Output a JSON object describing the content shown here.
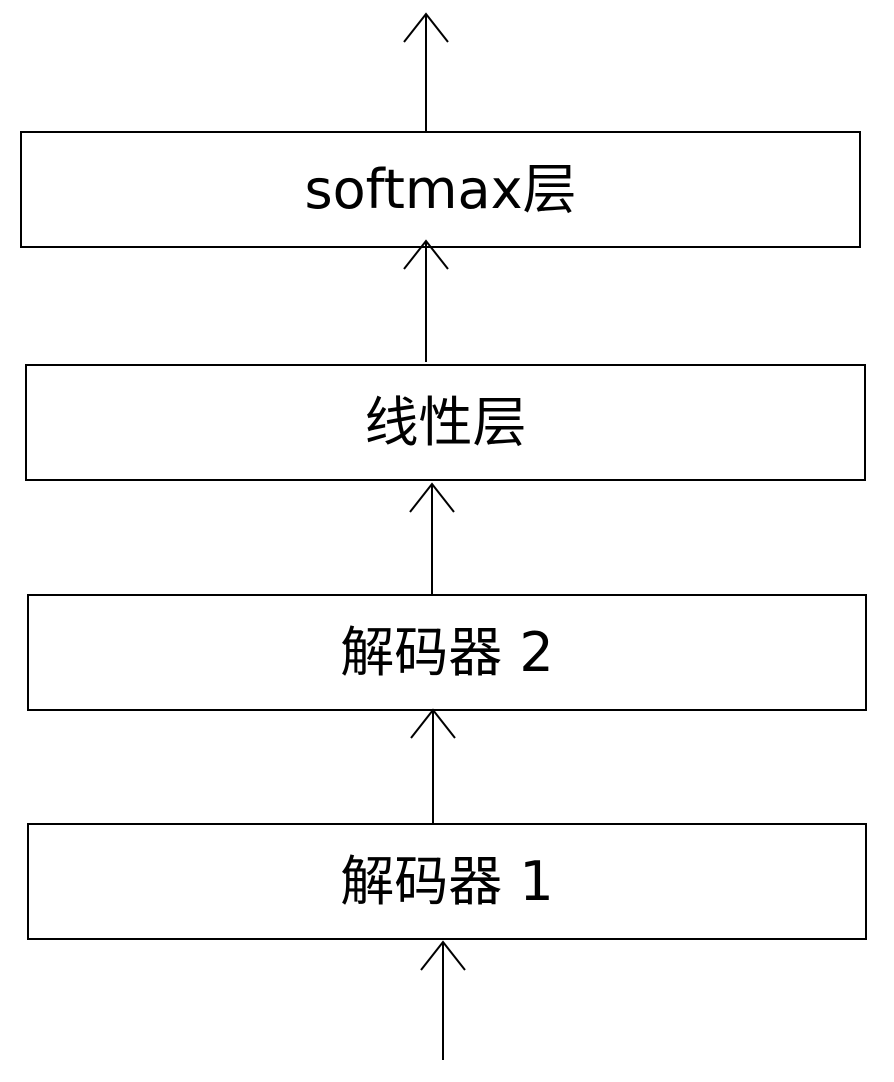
{
  "layers": {
    "softmax": "softmax层",
    "linear": "线性层",
    "decoder2": "解码器 2",
    "decoder1": "解码器 1"
  },
  "colors": {
    "stroke": "#000000",
    "background": "#ffffff"
  }
}
